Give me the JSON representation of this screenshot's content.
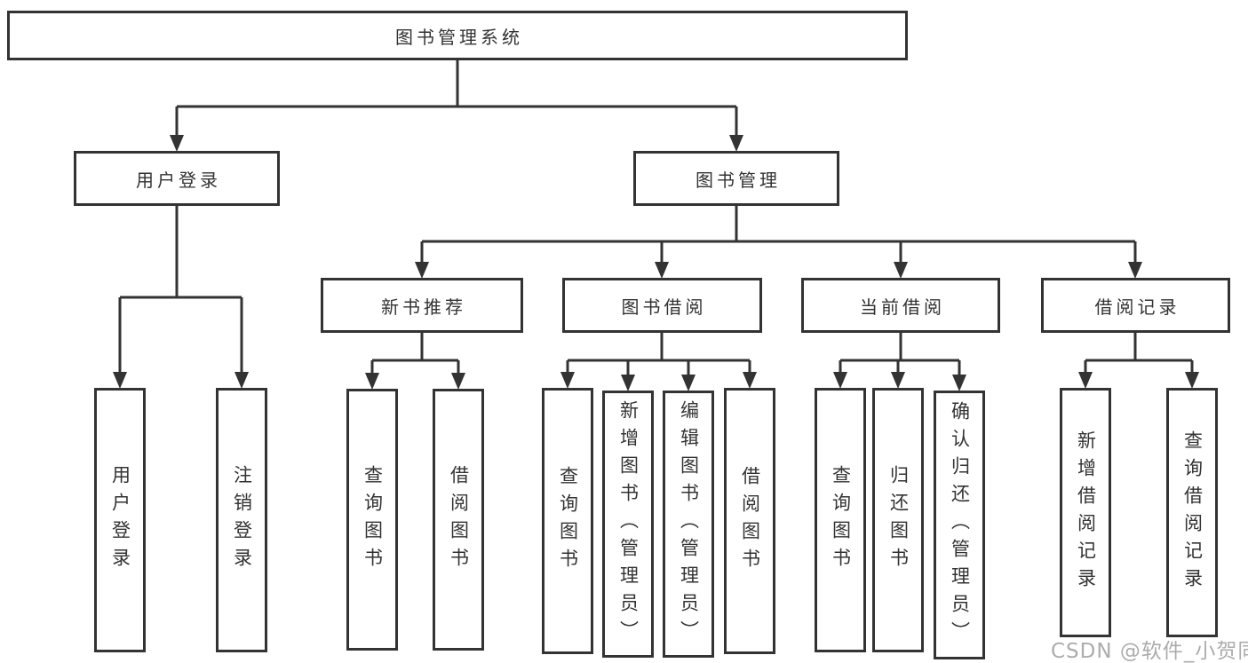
{
  "colors": {
    "line": "#333333",
    "box_border": "#333333",
    "text": "#333333",
    "background": "#ffffff",
    "watermark": "#9e9e9e"
  },
  "watermark": {
    "text": "CSDN @软件_小贺同学"
  },
  "tree": {
    "root": {
      "label": "图书管理系统"
    },
    "user_login": {
      "label": "用户登录",
      "children": [
        {
          "label": "用户登录"
        },
        {
          "label": "注销登录"
        }
      ]
    },
    "book_mgmt": {
      "label": "图书管理",
      "groups": [
        {
          "label": "新书推荐",
          "children": [
            {
              "label": "查询图书"
            },
            {
              "label": "借阅图书"
            }
          ]
        },
        {
          "label": "图书借阅",
          "children": [
            {
              "label": "查询图书"
            },
            {
              "label": "新增图书（管理员）"
            },
            {
              "label": "编辑图书（管理员）"
            },
            {
              "label": "借阅图书"
            }
          ]
        },
        {
          "label": "当前借阅",
          "children": [
            {
              "label": "查询图书"
            },
            {
              "label": "归还图书"
            },
            {
              "label": "确认归还（管理员）"
            }
          ]
        },
        {
          "label": "借阅记录",
          "children": [
            {
              "label": "新增借阅记录"
            },
            {
              "label": "查询借阅记录"
            }
          ]
        }
      ]
    }
  }
}
